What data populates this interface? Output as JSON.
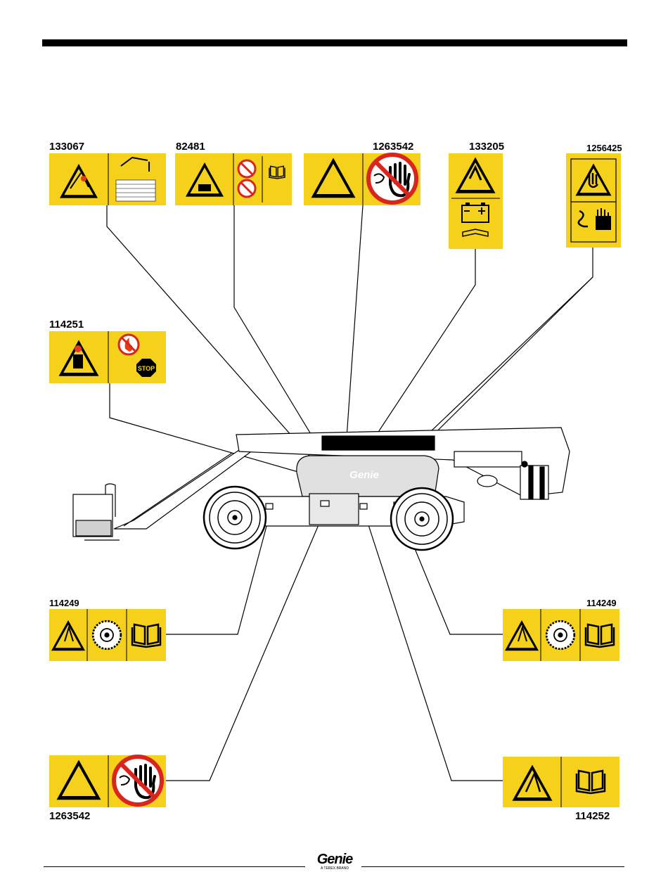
{
  "decals": {
    "d133067": "133067",
    "d82481": "82481",
    "d1263542_top": "1263542",
    "d133205": "133205",
    "d1256425": "1256425",
    "d114251": "114251",
    "d114249_left": "114249",
    "d114249_right": "114249",
    "d1263542_bottom": "1263542",
    "d114252": "114252"
  },
  "machine": {
    "brand_text": "Genie"
  },
  "footer": {
    "brand": "Genie",
    "tagline": "A TEREX BRAND"
  },
  "colors": {
    "decal_yellow": "#f5d11c",
    "line": "#000000",
    "prohibit_red": "#d9251d"
  },
  "icons": [
    "warning-triangle-icon",
    "no-hand-icon",
    "manual-book-icon",
    "battery-icon",
    "no-fire-icon",
    "stop-icon",
    "tire-icon"
  ]
}
